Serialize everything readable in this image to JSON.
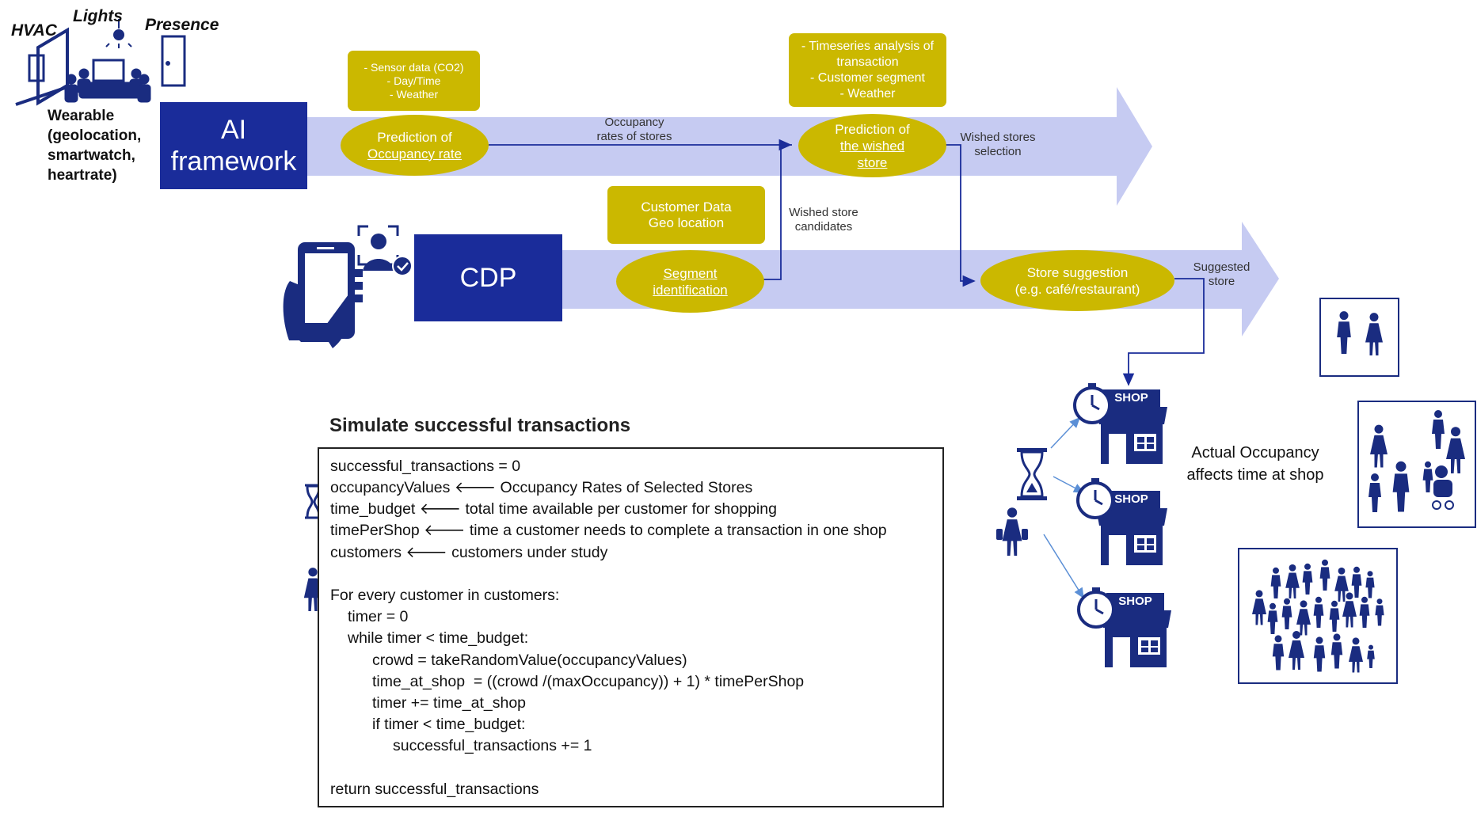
{
  "top_icons": {
    "hvac": "HVAC",
    "lights": "Lights",
    "presence": "Presence",
    "wearable": [
      "Wearable",
      "(geolocation,",
      "smartwatch,",
      "heartrate)"
    ]
  },
  "ai_framework": "AI framework",
  "cdp": "CDP",
  "yellow_boxes": {
    "sensor": "- Sensor data (CO2)\n- Day/Time\n- Weather",
    "timeseries": "- Timeseries analysis of transaction\n- Customer segment\n- Weather",
    "customer": "Customer Data\nGeo location"
  },
  "ellipses": {
    "prediction_occ_1": "Prediction of",
    "prediction_occ_2": "Occupancy rate",
    "prediction_wished_1": "Prediction of",
    "prediction_wished_2": "the wished",
    "prediction_wished_3": "store",
    "segment_1": "Segment",
    "segment_2": "identification",
    "suggestion_1": "Store suggestion",
    "suggestion_2": "(e.g. café/restaurant)"
  },
  "flow_labels": {
    "occupancy_rates": "Occupancy\nrates of stores",
    "wished_selection": "Wished stores\nselection",
    "wished_candidates": "Wished store\ncandidates",
    "suggested_store": "Suggested\nstore"
  },
  "shop_label": "SHOP",
  "actual_occupancy": "Actual Occupancy\naffects time at shop",
  "code": {
    "title": "Simulate successful transactions",
    "lines": [
      "successful_transactions = 0",
      "occupancyValues 🡐 Occupancy Rates of Selected Stores",
      "time_budget 🡐 total time available per customer for shopping",
      "timePerShop 🡐 time a customer needs to complete a transaction in one shop",
      "customers 🡐 customers under study",
      "For every customer in customers:",
      "timer = 0",
      "while timer < time_budget:",
      "crowd = takeRandomValue(occupancyValues)",
      "time_at_shop  = ((crowd /(maxOccupancy)) + 1) * timePerShop",
      "timer += time_at_shop",
      "if timer < time_budget:",
      "successful_transactions += 1",
      "return successful_transactions"
    ]
  },
  "colors": {
    "navy": "#1a2c9a",
    "gold": "#cbb800",
    "arrow_band": "#c6cbf2",
    "icon_navy": "#1a2c80"
  }
}
